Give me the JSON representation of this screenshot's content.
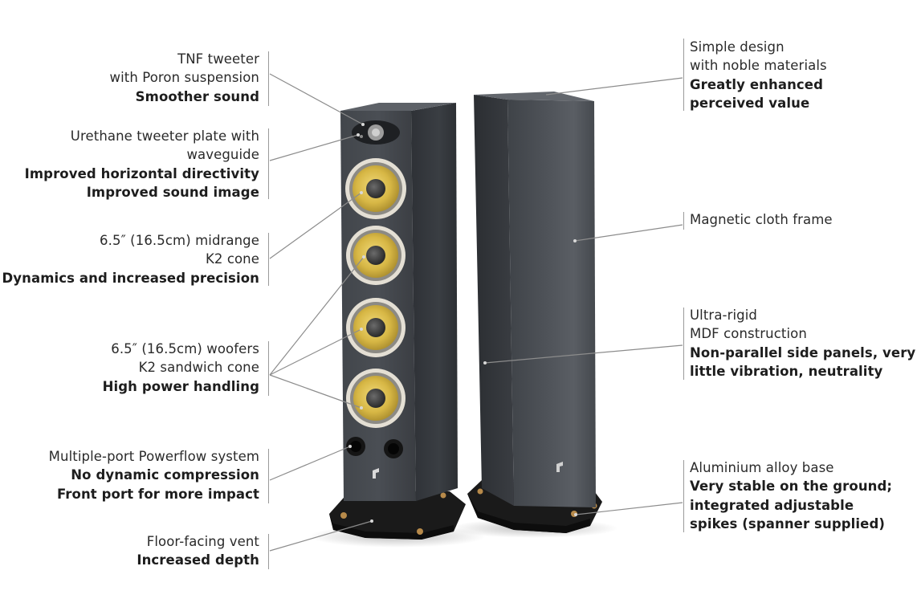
{
  "callouts": {
    "tnf_tweeter": {
      "line1": "TNF tweeter",
      "line2": "with Poron suspension",
      "benefit1": "Smoother sound"
    },
    "tweeter_plate": {
      "line1": "Urethane tweeter plate with",
      "line2": "waveguide",
      "benefit1": "Improved horizontal directivity",
      "benefit2": "Improved sound image"
    },
    "midrange": {
      "line1": "6.5″ (16.5cm) midrange",
      "line2": "K2 cone",
      "benefit1": "Dynamics and increased precision"
    },
    "woofers": {
      "line1": "6.5″ (16.5cm) woofers",
      "line2": "K2 sandwich cone",
      "benefit1": "High power handling"
    },
    "powerflow": {
      "line1": "Multiple-port Powerflow system",
      "benefit1": "No dynamic compression",
      "benefit2": "Front port for more impact"
    },
    "floor_vent": {
      "line1": "Floor-facing vent",
      "benefit1": "Increased depth"
    },
    "design": {
      "line1": "Simple design",
      "line2": "with noble materials",
      "benefit1": "Greatly enhanced",
      "benefit2": "perceived value"
    },
    "cloth_frame": {
      "line1": "Magnetic cloth frame"
    },
    "mdf": {
      "line1": "Ultra-rigid",
      "line2": "MDF construction",
      "benefit1": "Non-parallel side panels, very",
      "benefit2": "little vibration, neutrality"
    },
    "base": {
      "line1": "Aluminium alloy base",
      "benefit1": "Very stable on the ground;",
      "benefit2": "integrated adjustable",
      "benefit3": "spikes (spanner supplied)"
    }
  },
  "colors": {
    "cabinet": "#3b3f44",
    "cabinet_side": "#2a2d31",
    "driver_cone": "#d8b94a",
    "driver_surround": "#e2ddd2",
    "leader_line": "#8c8c8c"
  },
  "icons": {
    "logo": "focal-logo-icon"
  }
}
